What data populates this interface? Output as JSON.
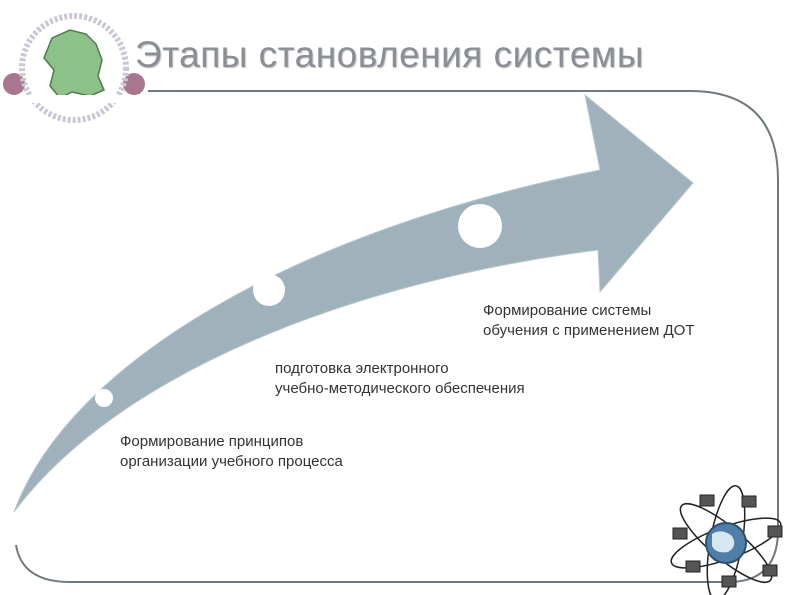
{
  "slide": {
    "title": "Этапы становления системы",
    "stages": [
      {
        "line1": "Формирование принципов",
        "line2": "организации учебного процесса"
      },
      {
        "line1": "подготовка электронного",
        "line2": "учебно-методического обеспечения"
      },
      {
        "line1": "Формирование системы",
        "line2": "обучения с применением ДОТ"
      }
    ]
  },
  "colors": {
    "arrow": "#9fb2bc",
    "frame": "#6f7a80",
    "title": "#8a8f95",
    "accent_circle": "#a9768f",
    "logo_green": "#8cc28a"
  },
  "icons": {
    "logo": "map-emblem-icon",
    "network": "network-globe-icon"
  }
}
